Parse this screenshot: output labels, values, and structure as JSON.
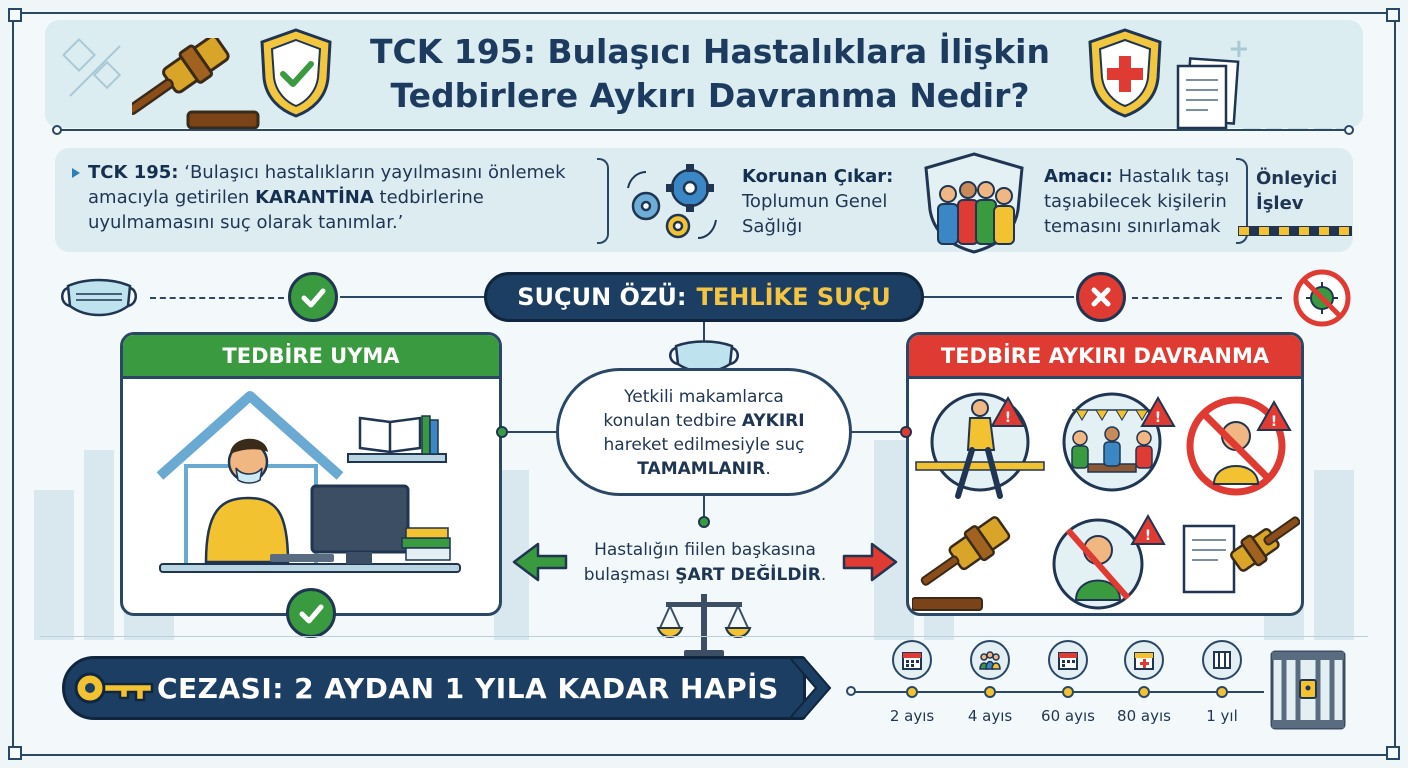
{
  "header": {
    "title_line1": "TCK 195: Bulaşıcı Hastalıklara İlişkin",
    "title_line2": "Tedbirlere Aykırı Davranma Nedir?"
  },
  "definition": {
    "label": "TCK 195:",
    "text_part1": "‘Bulaşıcı hastalıkların yayılmasını önlemek amacıyla getirilen",
    "highlight": "KARANTİNA",
    "text_part2": "tedbirlerine uyulmamasını suç olarak tanımlar.’"
  },
  "protected_interest": {
    "label": "Korunan Çıkar:",
    "line1": "Toplumun Genel",
    "line2": "Sağlığı"
  },
  "purpose": {
    "label": "Amacı:",
    "line1": "Hastalık taşı",
    "line2": "taşıabilecek kişilerin",
    "line3": "temasını sınırlamak"
  },
  "preventive": {
    "line1": "Önleyici",
    "line2": "İşlev"
  },
  "essence": {
    "label": "SUÇUN ÖZÜ:",
    "value": "TEHLİKE SUÇU"
  },
  "left_panel": {
    "title": "TEDBİRE UYMA"
  },
  "right_panel": {
    "title": "TEDBİRE AYKIRI DAVRANMA"
  },
  "center": {
    "line1": "Yetkili makamlarca",
    "line2_part1": "konulan tedbire",
    "line2_bold": "AYKIRI",
    "line3": "hareket edilmesiyle suç",
    "line4_bold": "TAMAMLANIR",
    "line4_end": "."
  },
  "note": {
    "line1": "Hastalığın fiilen başkasına",
    "line2_part1": "bulaşması",
    "line2_bold": "ŞART DEĞİLDİR",
    "line2_end": "."
  },
  "penalty": {
    "text": "CEZASI: 2 AYDAN 1 YILA KADAR HAPİS"
  },
  "timeline": {
    "labels": [
      "2 ayıs",
      "4 ayıs",
      "60 ayıs",
      "80 ayıs",
      "1 yıl"
    ]
  },
  "colors": {
    "navy": "#1d3e63",
    "green": "#3a9a3f",
    "red": "#e03b32",
    "yellow": "#f5c542",
    "teal_bg": "#dcedf2"
  }
}
